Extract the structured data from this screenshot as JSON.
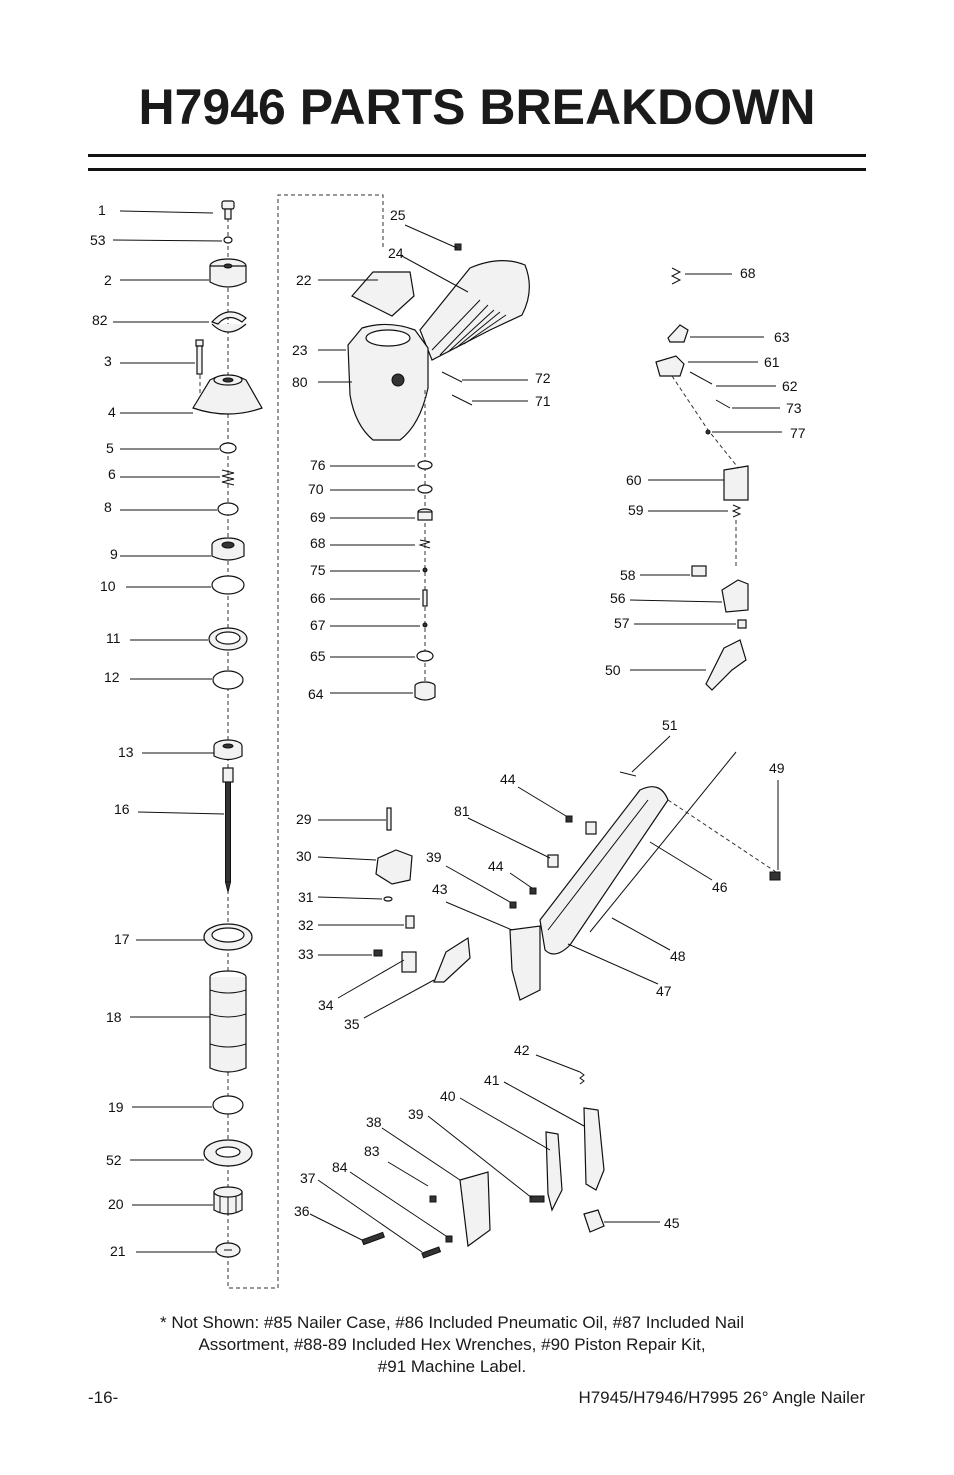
{
  "page": {
    "title": "H7946 PARTS BREAKDOWN",
    "note_lines": [
      "* Not Shown: #85 Nailer Case, #86 Included Pneumatic Oil, #87 Included Nail",
      "Assortment, #88-89 Included Hex Wrenches, #90 Piston Repair Kit,",
      "#91 Machine Label."
    ],
    "page_number": "-16-",
    "footer": "H7945/H7946/H7995 26° Angle Nailer"
  },
  "labels": {
    "p1": "1",
    "p53": "53",
    "p2": "2",
    "p82": "82",
    "p3": "3",
    "p4": "4",
    "p5": "5",
    "p6": "6",
    "p8": "8",
    "p9": "9",
    "p10": "10",
    "p11": "11",
    "p12": "12",
    "p13": "13",
    "p16": "16",
    "p17": "17",
    "p18": "18",
    "p19": "19",
    "p52": "52",
    "p20": "20",
    "p21": "21",
    "p25": "25",
    "p24": "24",
    "p22": "22",
    "p23": "23",
    "p80": "80",
    "p72": "72",
    "p71": "71",
    "p76": "76",
    "p70": "70",
    "p69": "69",
    "p68a": "68",
    "p75": "75",
    "p66": "66",
    "p67": "67",
    "p65": "65",
    "p64": "64",
    "p68b": "68",
    "p63": "63",
    "p61": "61",
    "p62": "62",
    "p73": "73",
    "p77": "77",
    "p60": "60",
    "p59": "59",
    "p58": "58",
    "p56": "56",
    "p57": "57",
    "p50": "50",
    "p51": "51",
    "p49": "49",
    "p44a": "44",
    "p81": "81",
    "p44b": "44",
    "p46": "46",
    "p39a": "39",
    "p43": "43",
    "p48": "48",
    "p47": "47",
    "p29": "29",
    "p30": "30",
    "p31": "31",
    "p32": "32",
    "p33": "33",
    "p34": "34",
    "p35": "35",
    "p42": "42",
    "p41": "41",
    "p40": "40",
    "p39b": "39",
    "p38": "38",
    "p83": "83",
    "p84": "84",
    "p37": "37",
    "p36": "36",
    "p45": "45"
  }
}
